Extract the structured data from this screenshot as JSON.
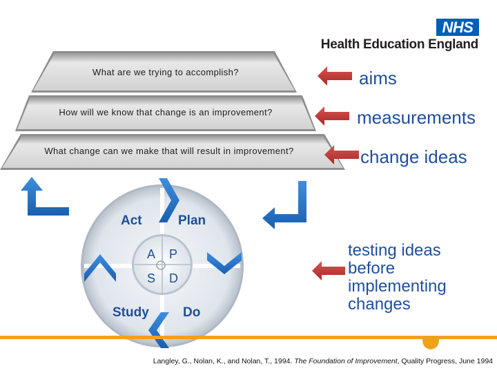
{
  "header": {
    "logo_text": "NHS",
    "org_name": "Health Education England"
  },
  "questions": [
    {
      "text": "What are we trying to accomplish?",
      "label": "aims"
    },
    {
      "text": "How will we know that change is an improvement?",
      "label": "measurements"
    },
    {
      "text": "What change can we make that will result in improvement?",
      "label": "change ideas"
    }
  ],
  "pdsa": {
    "act": "Act",
    "plan": "Plan",
    "study": "Study",
    "do": "Do",
    "center": {
      "a": "A",
      "p": "P",
      "s": "S",
      "d": "D"
    },
    "label": "testing ideas before implementing changes"
  },
  "colors": {
    "arrow_red": "#c0393b",
    "arrow_blue": "#1f6fc8",
    "label_blue": "#1f4e9e",
    "nhs_blue": "#005EB8",
    "footer_orange": "#f0a11c"
  },
  "footer": {
    "citation_pre": "Langley, G., Nolan, K., and Nolan, T., 1994. ",
    "citation_title": "The Foundation of Improvement",
    "citation_post": ", Quality Progress, June 1994"
  }
}
